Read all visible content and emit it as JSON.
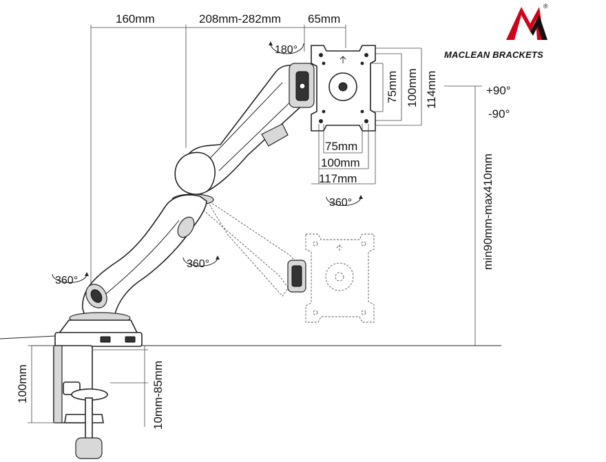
{
  "brand": {
    "name": "MACLEAN BRACKETS",
    "registered": "®",
    "colors": {
      "logo_red": "#d0021b",
      "logo_black": "#111111"
    }
  },
  "dimensions": {
    "arm_segment_1": "160mm",
    "arm_segment_2": "208mm-282mm",
    "head_offset": "65mm",
    "vesa_h_75": "75mm",
    "vesa_h_100": "100mm",
    "plate_width": "117mm",
    "vesa_v_75": "75mm",
    "vesa_v_100": "100mm",
    "plate_height": "114mm",
    "height_range": "min90mm-max410mm",
    "clamp_height": "100mm",
    "desk_thickness": "10mm-85mm"
  },
  "rotations": {
    "head": "180°",
    "plate": "360°",
    "elbow": "360°",
    "base": "360°"
  },
  "tilt": {
    "up": "+90°",
    "down": "-90°"
  }
}
